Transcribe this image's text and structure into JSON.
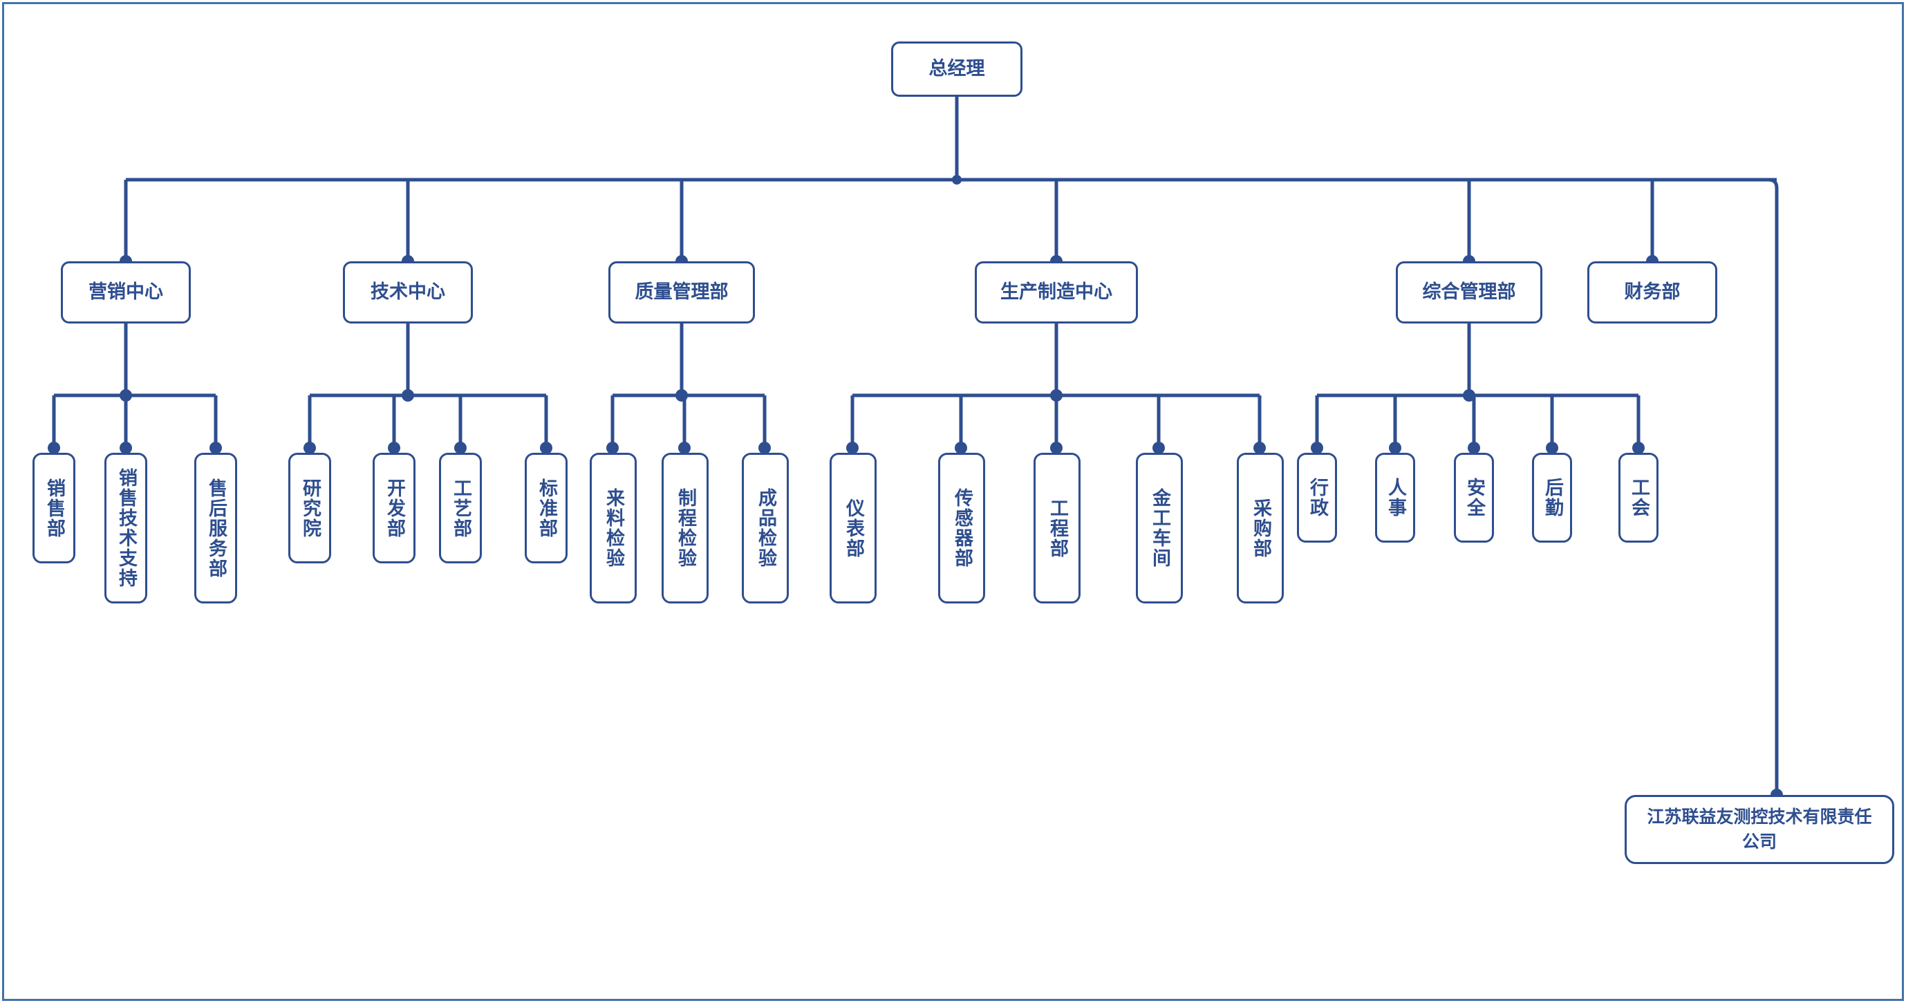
{
  "chart_title": "",
  "theme": {
    "stroke": "#2e4e8f",
    "frame_border": "#4472a8",
    "text": "#2e4e8f",
    "background": "#ffffff"
  },
  "org_chart": {
    "type": "org-tree",
    "orientation": "top-down",
    "root": {
      "label": "总经理"
    },
    "divisions": [
      {
        "label": "营销中心",
        "children": [
          {
            "label": "销售部"
          },
          {
            "label": "销售技术支持"
          },
          {
            "label": "售后服务部"
          }
        ]
      },
      {
        "label": "技术中心",
        "children": [
          {
            "label": "研究院"
          },
          {
            "label": "开发部"
          },
          {
            "label": "工艺部"
          },
          {
            "label": "标准部"
          }
        ]
      },
      {
        "label": "质量管理部",
        "children": [
          {
            "label": "来料检验"
          },
          {
            "label": "制程检验"
          },
          {
            "label": "成品检验"
          }
        ]
      },
      {
        "label": "生产制造中心",
        "children": [
          {
            "label": "仪表部"
          },
          {
            "label": "传感器部"
          },
          {
            "label": "工程部"
          },
          {
            "label": "金工车间"
          },
          {
            "label": "采购部"
          }
        ]
      },
      {
        "label": "综合管理部",
        "children": [
          {
            "label": "行政"
          },
          {
            "label": "人事"
          },
          {
            "label": "安全"
          },
          {
            "label": "后勤"
          },
          {
            "label": "工会"
          }
        ]
      },
      {
        "label": "财务部",
        "children": []
      }
    ],
    "company": {
      "label": "江苏联益友测控技术有限责任公司"
    }
  }
}
